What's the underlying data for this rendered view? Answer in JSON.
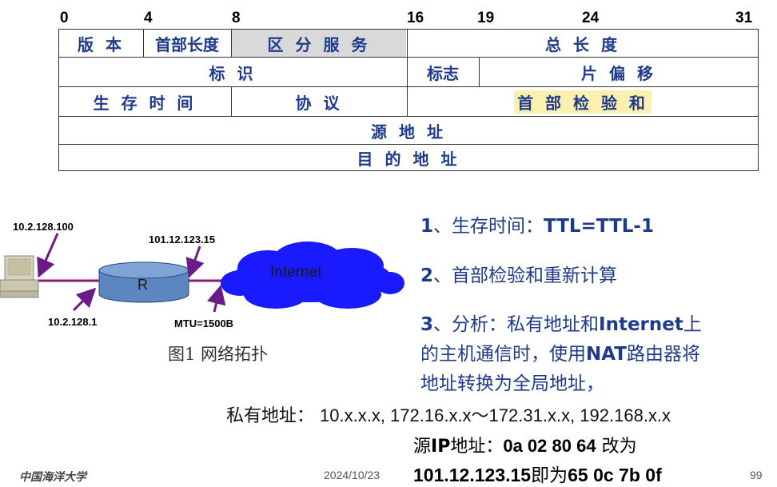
{
  "header_bits": [
    "0",
    "4",
    "8",
    "16",
    "19",
    "24",
    "31"
  ],
  "header_fields": {
    "version": "版 本",
    "ihl": "首部长度",
    "dsfield": "区 分 服 务",
    "total_length": "总 长 度",
    "identification": "标 识",
    "flags": "标志",
    "fragment_offset": "片 偏 移",
    "ttl": "生 存 时 间",
    "protocol": "协 议",
    "checksum": "首 部 检 验 和",
    "src_addr": "源 地 址",
    "dst_addr": "目 的 地 址"
  },
  "colors": {
    "field_text": "#1f3a8a",
    "dsfield_bg": "#d9d9d9",
    "checksum_highlight": "#fcf0b0",
    "cloud": "#1a1aff",
    "router": "#5b86c0",
    "arrow": "#6a1b8a"
  },
  "topology": {
    "host_ip": "10.2.128.100",
    "router_left_ip": "10.2.128.1",
    "router_right_ip": "101.12.123.15",
    "router_label": "R",
    "cloud_label": "Internet",
    "mtu": "MTU=1500B",
    "caption": "图1 网络拓扑"
  },
  "notes": {
    "n1_prefix": "1",
    "n1_text": "、生存时间：",
    "n1_bold": "TTL=TTL-1",
    "n2_prefix": "2",
    "n2_text": "、首部检验和重新计算",
    "n3_prefix": "3",
    "n3_a": "、分析：私有地址和",
    "n3_b": "Internet",
    "n3_c": "上",
    "n3_line2a": "的主机通信时，使用",
    "n3_line2b": "NAT",
    "n3_line2c": "路由器将",
    "n3_line3": "地址转换为全局地址，"
  },
  "private_addr": {
    "label": "私有地址：",
    "value": "10.x.x.x, 172.16.x.x～172.31.x.x, 192.168.x.x"
  },
  "src_ip": {
    "a": "源",
    "b": "IP",
    "c": "地址：",
    "d": "0a 02 80 64",
    "e": " 改为",
    "f": "101.12.123.15",
    "g": "即为",
    "h": "65 0c 7b 0f"
  },
  "footer": {
    "school": "中国海洋大学",
    "date": "2024/10/23",
    "page": "99"
  }
}
